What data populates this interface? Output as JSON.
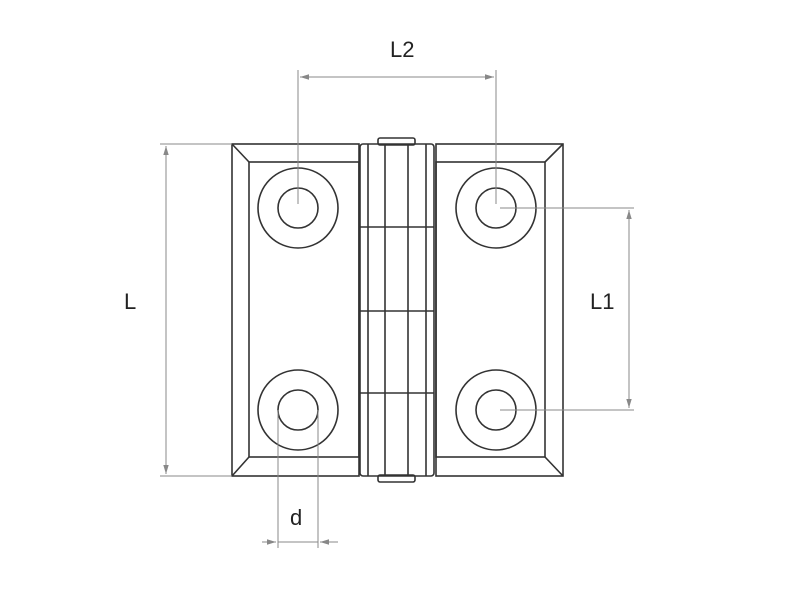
{
  "dimensions": {
    "overall_length_label": "L",
    "hole_spacing_vertical_label": "L1",
    "hole_spacing_horizontal_label": "L2",
    "hole_diameter_label": "d"
  },
  "colors": {
    "outline": "#333333",
    "dimension_line": "#888888",
    "text": "#222222"
  }
}
